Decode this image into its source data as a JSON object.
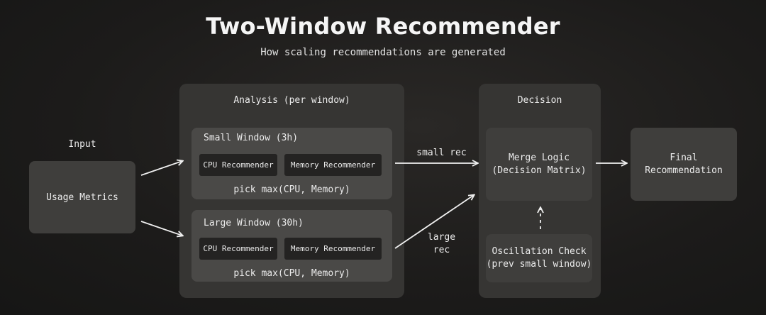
{
  "title": "Two-Window Recommender",
  "subtitle": "How scaling recommendations are generated",
  "input": {
    "heading": "Input",
    "node": "Usage Metrics"
  },
  "analysis": {
    "heading": "Analysis (per window)",
    "small_window": {
      "title": "Small Window (3h)",
      "cpu": "CPU Recommender",
      "memory": "Memory Recommender",
      "pick": "pick max(CPU, Memory)"
    },
    "large_window": {
      "title": "Large Window (30h)",
      "cpu": "CPU Recommender",
      "memory": "Memory Recommender",
      "pick": "pick max(CPU, Memory)"
    }
  },
  "edges": {
    "small_rec": "small rec",
    "large_rec": "large\nrec"
  },
  "decision": {
    "heading": "Decision",
    "merge": "Merge Logic\n(Decision Matrix)",
    "oscillation": "Oscillation Check\n(prev small window)"
  },
  "final": "Final\nRecommendation"
}
